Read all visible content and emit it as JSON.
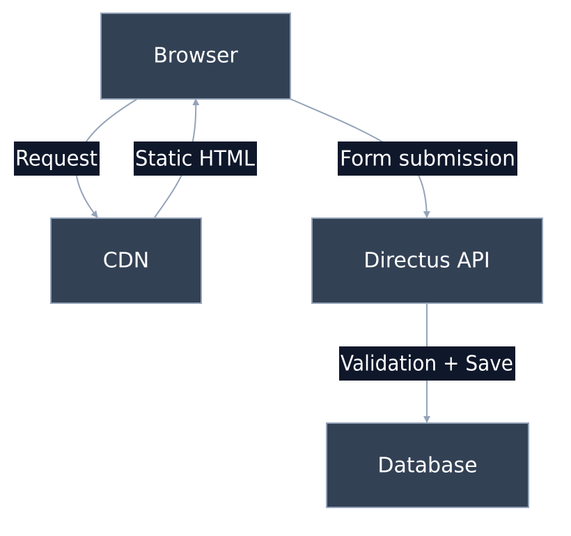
{
  "nodes": {
    "browser": "Browser",
    "cdn": "CDN",
    "api": "Directus API",
    "database": "Database"
  },
  "edges": {
    "request": "Request",
    "static_html": "Static HTML",
    "form_submission": "Form submission",
    "validation_save": "Validation + Save"
  },
  "colors": {
    "node_fill": "#334155",
    "node_stroke": "#94a3b8",
    "edge": "#94a3b8",
    "label_bg": "#0f172a",
    "text": "#ffffff"
  }
}
